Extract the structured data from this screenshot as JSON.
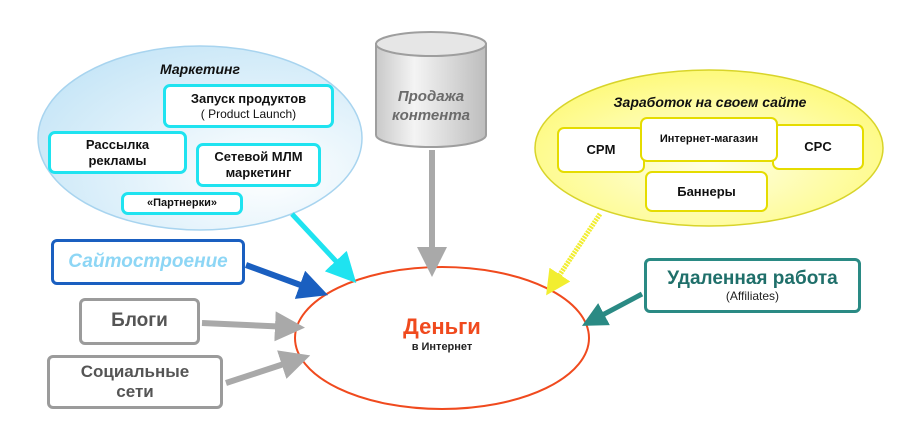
{
  "diagram": {
    "center": {
      "title": "Деньги",
      "subtitle": "в Интернет"
    },
    "marketing": {
      "title": "Маркетинг",
      "launch": {
        "line1": "Запуск продуктов",
        "line2": "( Product Launch)"
      },
      "mailing": {
        "line1": "Рассылка",
        "line2": "рекламы"
      },
      "mlm": {
        "line1": "Сетевой МЛМ",
        "line2": "маркетинг"
      },
      "partners": "«Партнерки»"
    },
    "content": {
      "line1": "Продажа",
      "line2": "контента"
    },
    "site_earning": {
      "title": "Заработок на своем сайте",
      "cpm": "CPM",
      "shop": "Интернет-магазин",
      "cpc": "CPC",
      "banners": "Баннеры"
    },
    "web_building": "Сайтостроение",
    "blogs": "Блоги",
    "social": {
      "line1": "Социальные",
      "line2": "сети"
    },
    "remote": {
      "title": "Удаленная работа",
      "subtitle": "(Affiliates)"
    }
  },
  "colors": {
    "center_border": "#f04a1e",
    "center_text": "#f04a1e",
    "cyan": "#1fe3f0",
    "yellow": "#fcfa6a",
    "blue": "#1a5fc0",
    "gray": "#9b9b9b",
    "teal": "#2a8a84"
  }
}
